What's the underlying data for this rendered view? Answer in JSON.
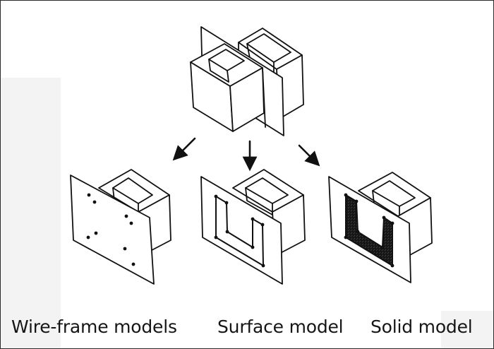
{
  "captions": {
    "wireframe": "Wire-frame models",
    "surface": "Surface model",
    "solid": "Solid model"
  },
  "colors": {
    "line": "#111111",
    "solid_fill": "#a8a8a8",
    "background_panel": "#f3f3f3"
  }
}
